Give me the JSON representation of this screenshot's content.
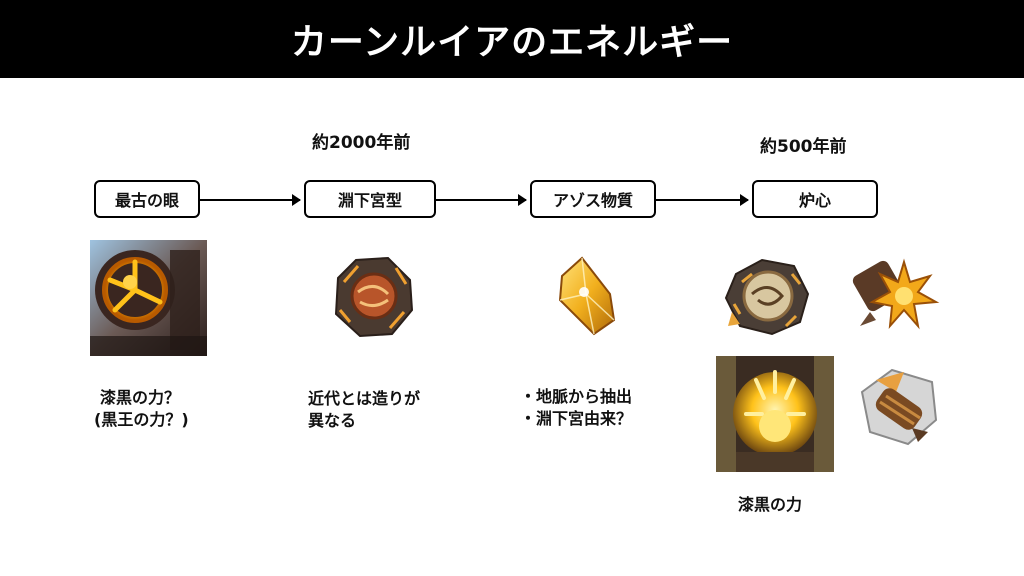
{
  "header": {
    "title": "カーンルイアのエネルギー"
  },
  "eras": {
    "era1": "約2000年前",
    "era2": "約500年前"
  },
  "stages": [
    {
      "label": "最古の眼"
    },
    {
      "label": "淵下宮型"
    },
    {
      "label": "アゾス物質"
    },
    {
      "label": "炉心"
    }
  ],
  "notes": {
    "eye_line1": "漆黒の力？",
    "eye_line2": "(黒王の力？)",
    "enkanomiya_line1": "近代とは造りが",
    "enkanomiya_line2": "異なる",
    "azoth_line1": "・地脈から抽出",
    "azoth_line2": "・淵下宮由来？",
    "core_caption": "漆黒の力"
  },
  "icons": {
    "eye": "glowing-ancient-eye-icon",
    "enkanomiya": "enkanomiya-core-device-icon",
    "azoth": "yellow-crystal-icon",
    "core1": "ring-core-device-icon",
    "core2": "spiked-core-icon",
    "core3": "glowing-orb-machine-icon",
    "core4": "shield-core-device-icon"
  },
  "colors": {
    "glow": "#ffb400",
    "dark_metal": "#4a3a30",
    "bronze": "#8a5a2c",
    "crystal": "#f2b01e"
  }
}
